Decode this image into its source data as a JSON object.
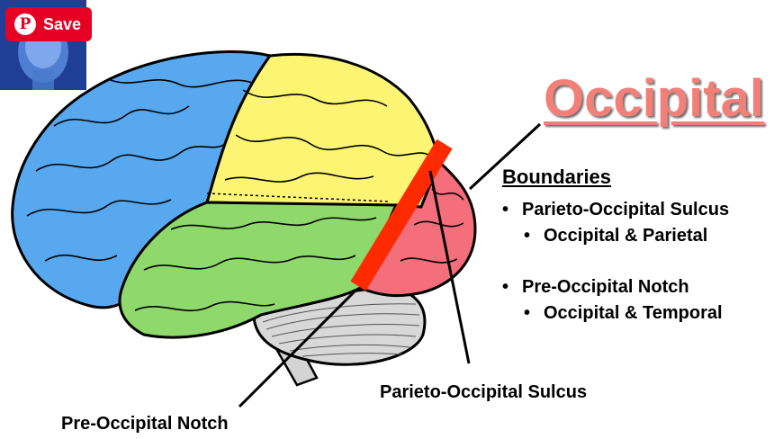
{
  "save_button": {
    "label": "Save",
    "icon": "pinterest-icon"
  },
  "title": "Occipital",
  "boundaries": {
    "heading": "Boundaries",
    "items": [
      {
        "label": "Parieto-Occipital Sulcus",
        "sub": "Occipital & Parietal"
      },
      {
        "label": "Pre-Occipital Notch",
        "sub": "Occipital & Temporal"
      }
    ]
  },
  "labels": {
    "parieto_occipital_sulcus": "Parieto-Occipital Sulcus",
    "pre_occipital_notch": "Pre-Occipital Notch"
  },
  "colors": {
    "frontal": "#58a8f0",
    "parietal": "#fcf574",
    "temporal": "#8fd86c",
    "occipital": "#f56e7b",
    "cerebellum": "#d8d8d8",
    "marker": "#ff2a00",
    "title": "#f28078",
    "save": "#e60023"
  }
}
